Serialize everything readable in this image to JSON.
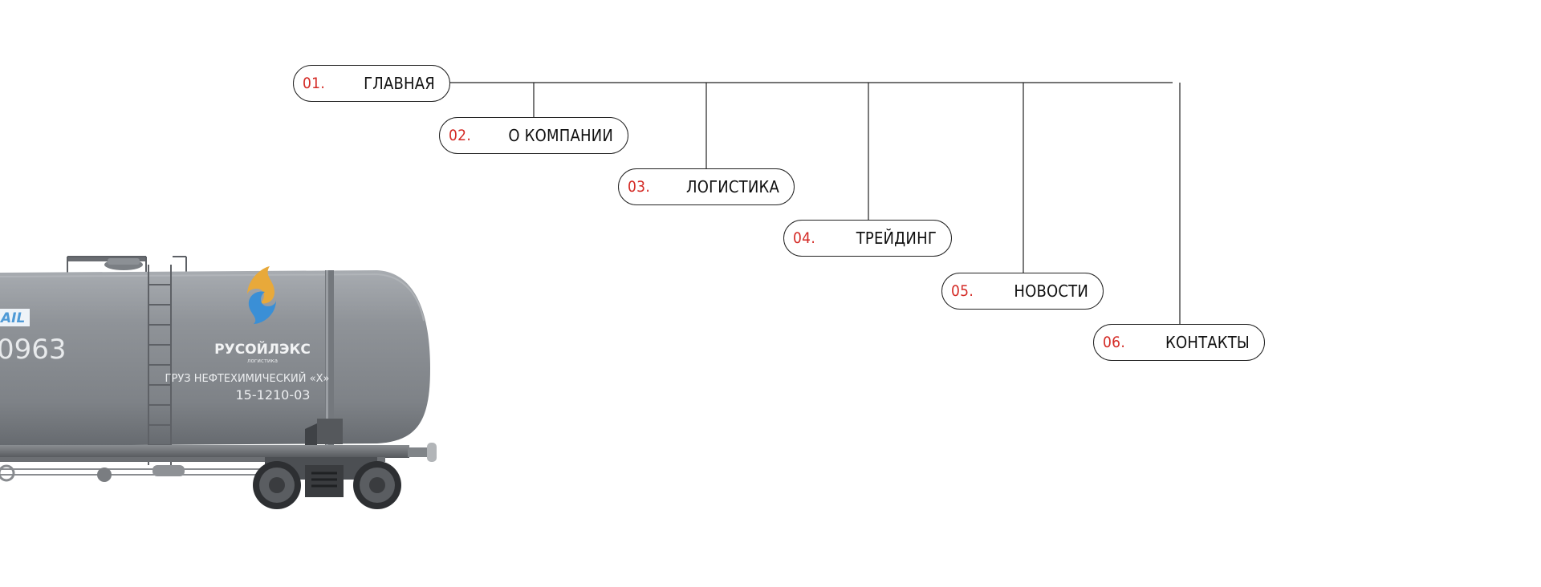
{
  "nav": {
    "items": [
      {
        "num": "01.",
        "label": "ГЛАВНАЯ"
      },
      {
        "num": "02.",
        "label": "О КОМПАНИИ"
      },
      {
        "num": "03.",
        "label": "ЛОГИСТИКА"
      },
      {
        "num": "04.",
        "label": "ТРЕЙДИНГ"
      },
      {
        "num": "05.",
        "label": "НОВОСТИ"
      },
      {
        "num": "06.",
        "label": "КОНТАКТЫ"
      }
    ]
  },
  "tank_car": {
    "rail_badge": "AIL",
    "car_number": "0963",
    "company_name": "РУСОЙЛЭКС",
    "company_subtitle": "логистика",
    "cargo_text": "ГРУЗ НЕФТЕХИМИЧЕСКИЙ «Х»",
    "cargo_code": "15-1210-03"
  },
  "colors": {
    "accent_red": "#d42a25",
    "line": "#222222",
    "tank_gray": "#8d9196",
    "logo_gold": "#e8a93a",
    "logo_blue": "#3a8fd6",
    "badge_blue": "#4f9ad6"
  }
}
